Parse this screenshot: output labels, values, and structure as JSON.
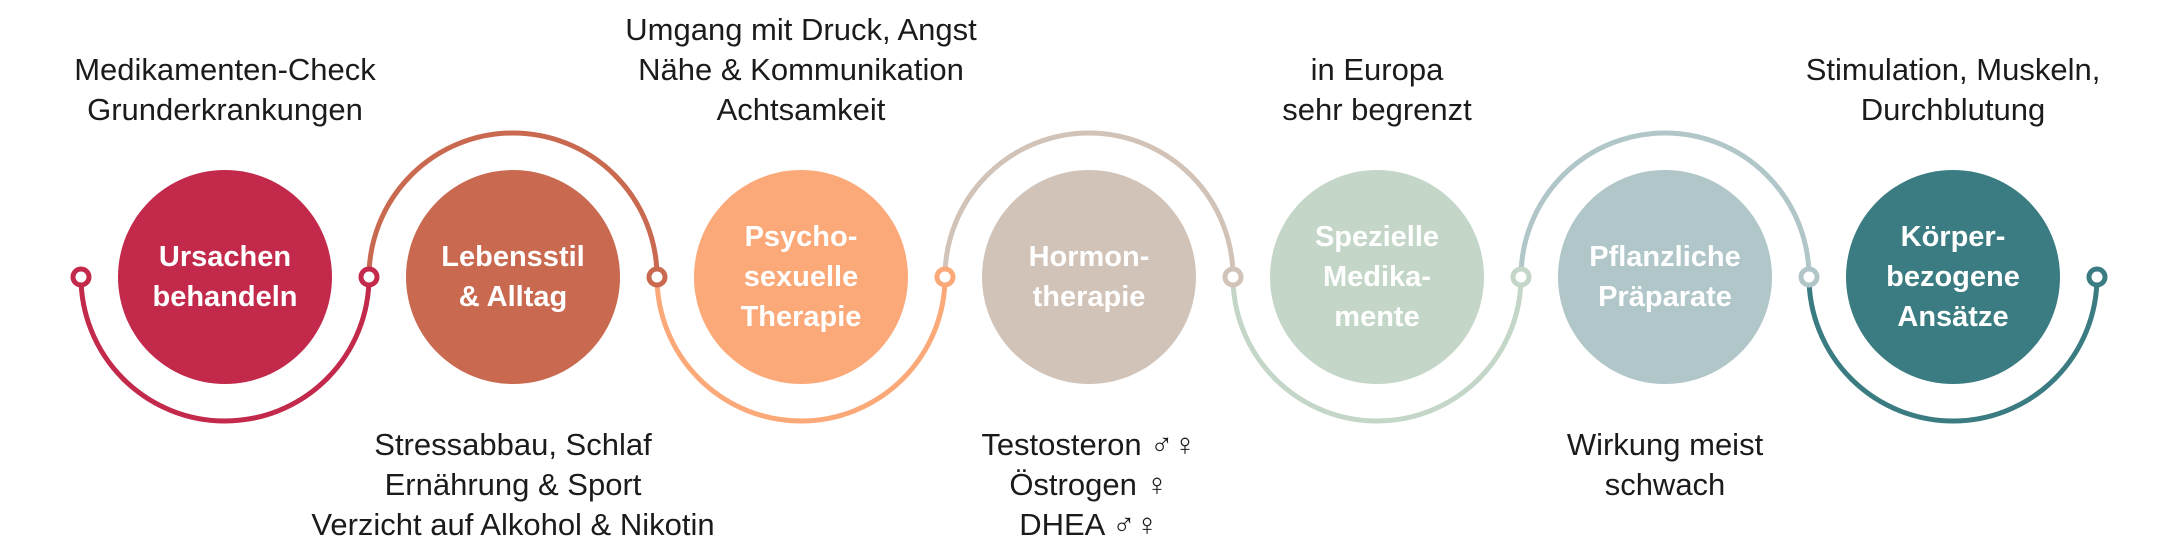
{
  "steps": [
    {
      "label": [
        "Ursachen",
        "behandeln"
      ],
      "color": "#C2294A",
      "notes_position": "top",
      "notes": [
        "Medikamenten-Check",
        "Grunderkrankungen"
      ]
    },
    {
      "label": [
        "Lebensstil",
        "& Alltag"
      ],
      "color": "#C96A50",
      "notes_position": "bottom",
      "notes": [
        "Stressabbau, Schlaf",
        "Ernährung & Sport",
        "Verzicht auf Alkohol & Nikotin"
      ]
    },
    {
      "label": [
        "Psycho-",
        "sexuelle",
        "Therapie"
      ],
      "color": "#FCA979",
      "notes_position": "top",
      "notes": [
        "Umgang mit Druck, Angst",
        "Nähe & Kommunikation",
        "Achtsamkeit"
      ]
    },
    {
      "label": [
        "Hormon-",
        "therapie"
      ],
      "color": "#D2C3B8",
      "notes_position": "bottom",
      "notes": [
        "Testosteron ♂♀",
        "Östrogen ♀",
        "DHEA ♂♀"
      ]
    },
    {
      "label": [
        "Spezielle",
        "Medika-",
        "mente"
      ],
      "color": "#C3D6C8",
      "notes_position": "top",
      "notes": [
        "in Europa",
        "sehr begrenzt"
      ]
    },
    {
      "label": [
        "Pflanzliche",
        "Präparate"
      ],
      "color": "#B0C6C8",
      "notes_position": "bottom",
      "notes": [
        "Wirkung meist",
        "schwach"
      ]
    },
    {
      "label": [
        "Körper-",
        "bezogene",
        "Ansätze"
      ],
      "color": "#3A7C82",
      "notes_position": "top",
      "notes": [
        "Stimulation, Muskeln,",
        "Durchblutung"
      ]
    }
  ]
}
